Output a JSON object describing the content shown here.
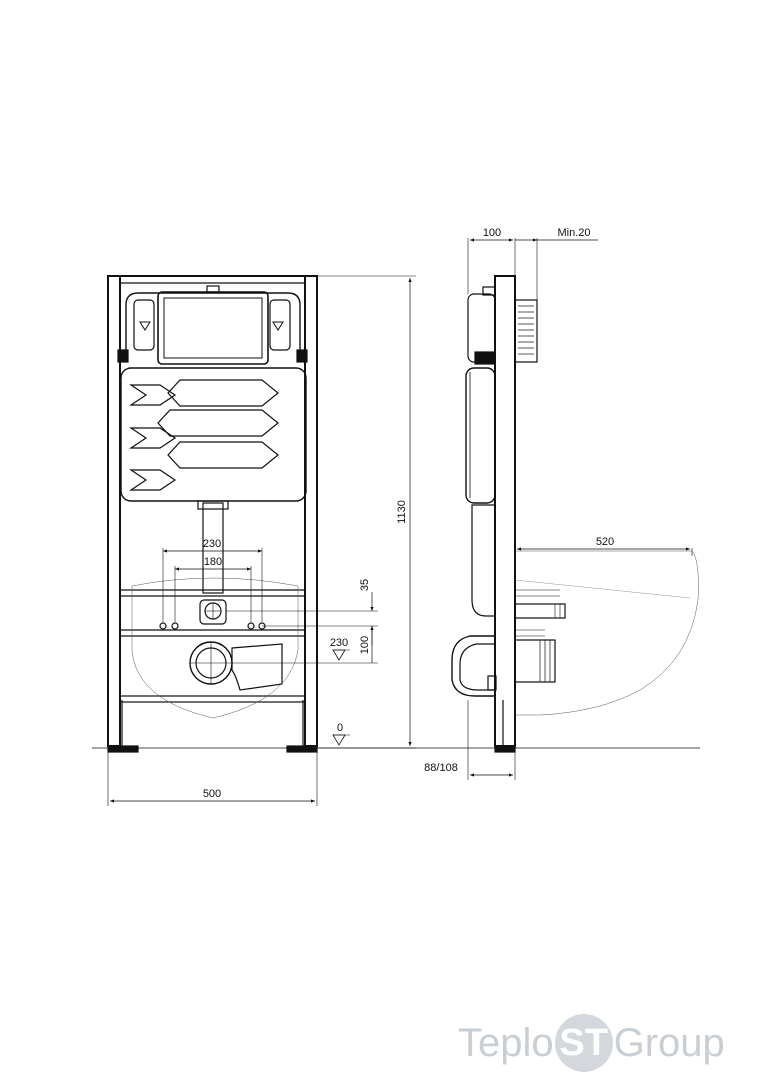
{
  "dimensions": {
    "d230_top": "230",
    "d180": "180",
    "d35": "35",
    "d100": "100",
    "d230_level": "230",
    "d0": "0",
    "d1130": "1130",
    "d500": "500",
    "d100_side": "100",
    "dmin20": "Min.20",
    "d520": "520",
    "d88_108": "88/108"
  },
  "watermark": {
    "left": "Teplo",
    "badge": "ST",
    "right": "Group"
  }
}
